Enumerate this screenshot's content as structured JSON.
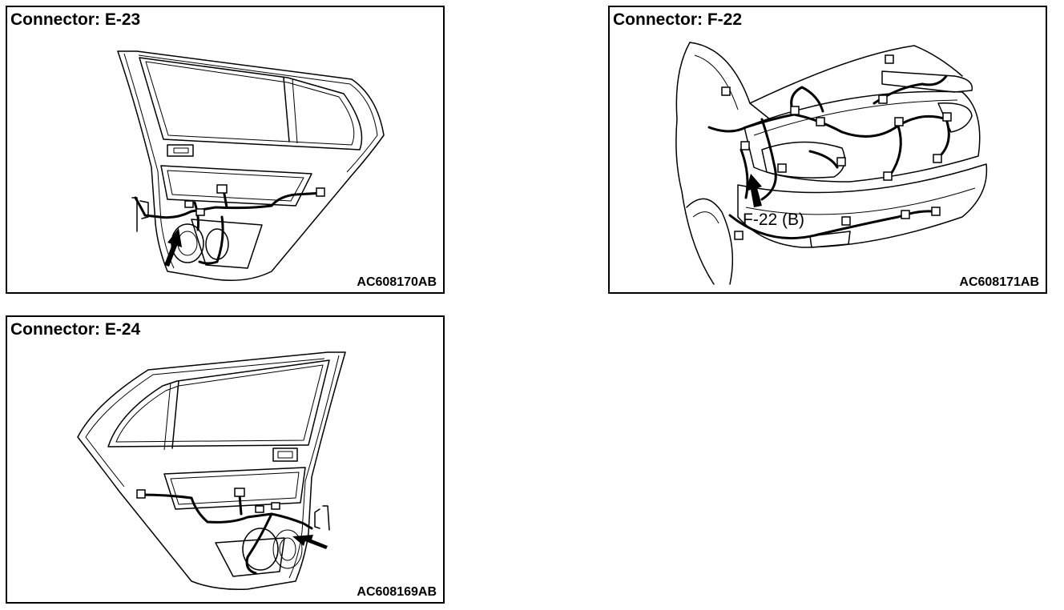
{
  "panels": {
    "e23": {
      "title": "Connector: E-23",
      "code": "AC608170AB"
    },
    "f22": {
      "title": "Connector: F-22",
      "code": "AC608171AB",
      "callout": "F-22 (B)"
    },
    "e24": {
      "title": "Connector: E-24",
      "code": "AC608169AB"
    }
  }
}
